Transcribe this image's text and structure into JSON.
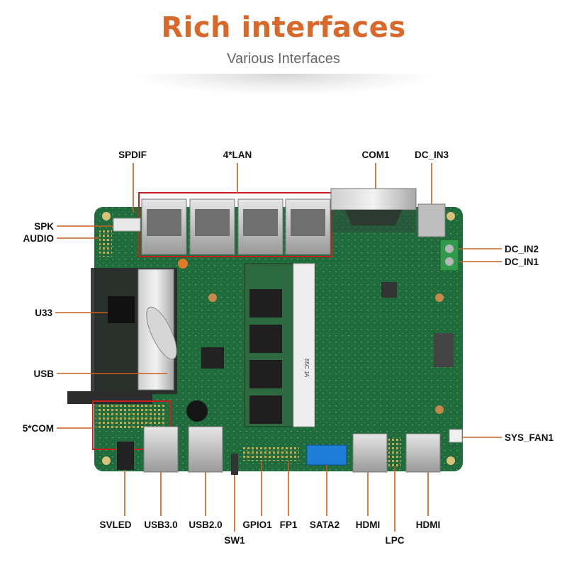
{
  "header": {
    "title": "Rich interfaces",
    "subtitle": "Various Interfaces"
  },
  "colors": {
    "title": "#d8692a",
    "subtitle": "#666666",
    "leader_line": "#cc5c1e",
    "highlight_box": "#c81e1e",
    "pcb_green": "#1f6b3c"
  },
  "labels": {
    "spdif": "SPDIF",
    "lan": "4*LAN",
    "com1": "COM1",
    "dc_in3": "DC_IN3",
    "spk": "SPK",
    "audio": "AUDIO",
    "dc_in2": "DC_IN2",
    "dc_in1": "DC_IN1",
    "u33": "U33",
    "usb": "USB",
    "com5": "5*COM",
    "sys_fan1": "SYS_FAN1",
    "svled": "SVLED",
    "usb30": "USB3.0",
    "usb20": "USB2.0",
    "sw1": "SW1",
    "gpio1": "GPIO1",
    "fp1": "FP1",
    "sata2": "SATA2",
    "hdmi_left": "HDMI",
    "lpc": "LPC",
    "hdmi_right": "HDMI"
  },
  "board": {
    "ram_marking": "65C JA"
  }
}
